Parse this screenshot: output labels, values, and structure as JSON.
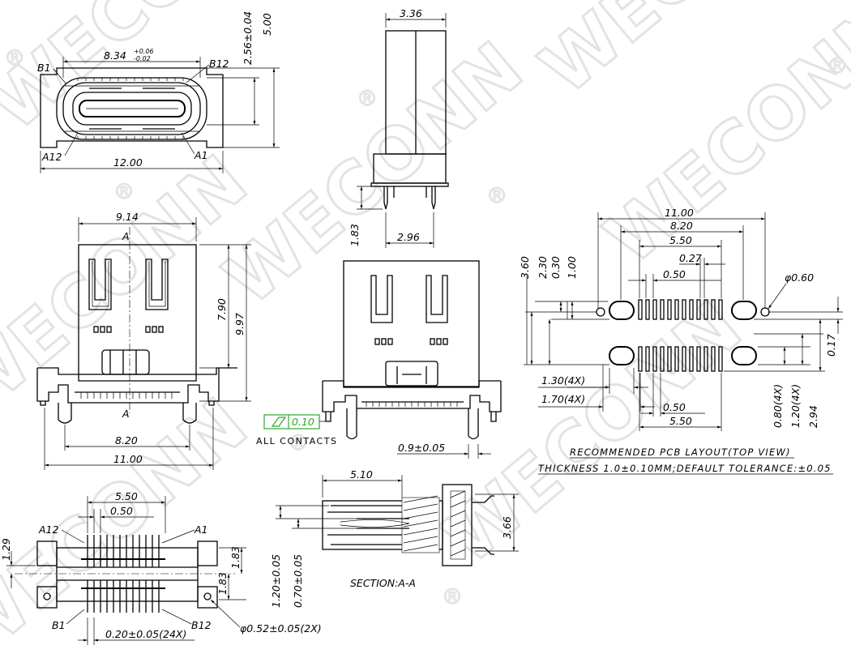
{
  "watermark": {
    "brand": "WECONN",
    "mark": "®"
  },
  "top_view": {
    "b1": "B1",
    "b12": "B12",
    "a12": "A12",
    "a1": "A1",
    "width_opening": "8.34",
    "tol_up": "+0.06",
    "tol_dn": "-0.02",
    "overall_width": "12.00",
    "height_opening": "2.56±0.04",
    "height_total": "5.00"
  },
  "side_view": {
    "width": "3.36",
    "pin_length": "1.83",
    "pin_pitch": "2.96"
  },
  "front_view": {
    "top_width": "9.14",
    "section": "A",
    "height_inner": "7.90",
    "height_total": "9.97",
    "pitch_inner": "8.20",
    "pitch_outer": "11.00"
  },
  "rear_view": {
    "flatness": "0.10",
    "all_contacts": "ALL  CONTACTS",
    "pin_thickness": "0.9±0.05"
  },
  "pcb_layout": {
    "w_1100": "11.00",
    "w_820": "8.20",
    "w_550": "5.50",
    "w_027": "0.27",
    "w_050": "0.50",
    "d_060": "φ0.60",
    "v_360": "3.60",
    "v_230": "2.30",
    "v_030": "0.30",
    "v_100": "1.00",
    "v_017": "0.17",
    "h_130": "1.30(4X)",
    "h_170": "1.70(4X)",
    "b_050": "0.50",
    "b_550": "5.50",
    "v_080": "0.80(4X)",
    "v_120": "1.20(4X)",
    "v_294": "2.94",
    "title": "RECOMMENDED  PCB  LAYOUT(TOP  VIEW)",
    "note": "THICKNESS  1.0±0.10MM;DEFAULT  TOLERANCE:±0.05"
  },
  "bottom_view": {
    "w_550": "5.50",
    "w_050": "0.50",
    "a12": "A12",
    "a1": "A1",
    "b1": "B1",
    "b12": "B12",
    "v_129": "1.29",
    "v_183a": "1.83",
    "v_183b": "1.83",
    "pin_w": "0.20±0.05(24X)",
    "hole": "φ0.52±0.05(2X)"
  },
  "section_view": {
    "len": "5.10",
    "h_366": "3.66",
    "v_120": "1.20±0.05",
    "v_070": "0.70±0.05",
    "label": "SECTION:A-A"
  }
}
